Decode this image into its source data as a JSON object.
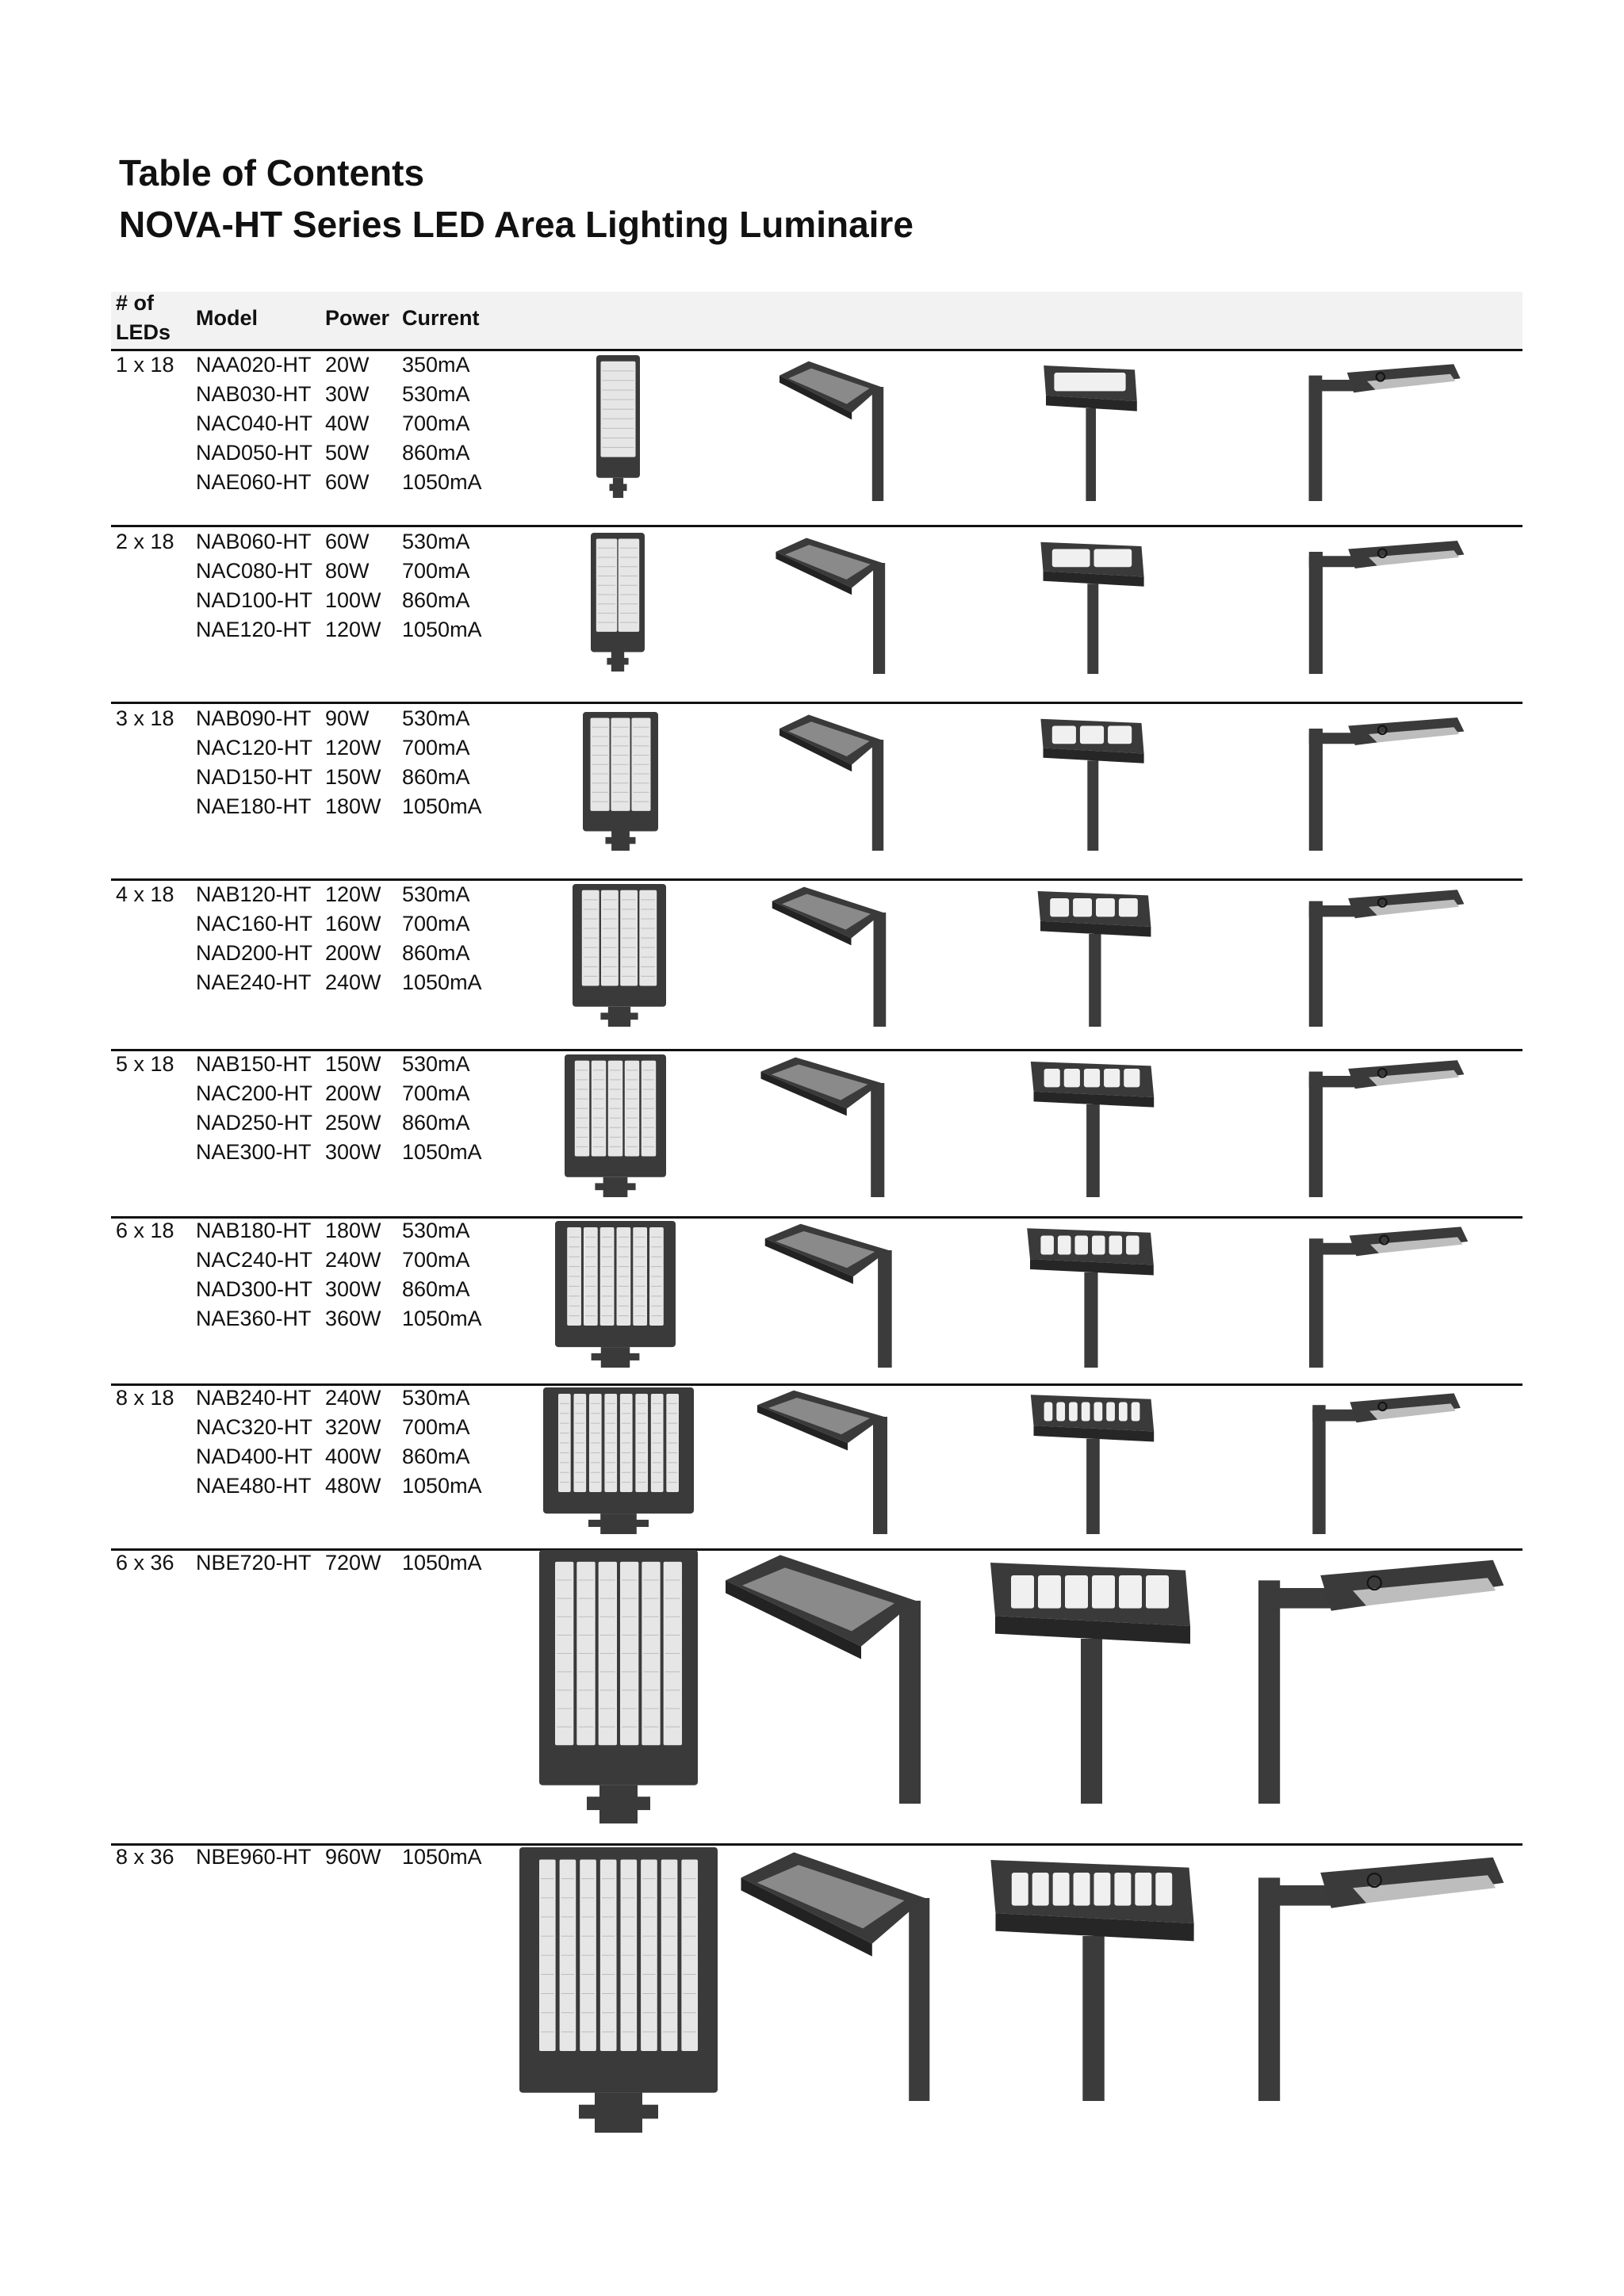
{
  "title_line1": "Table of Contents",
  "title_line2": "NOVA-HT Series LED Area Lighting Luminaire",
  "table": {
    "headers": {
      "leds_line1": "# of",
      "leds_line2": "LEDs",
      "model": "Model",
      "power": "Power",
      "current": "Current"
    },
    "groups": [
      {
        "leds": "1 x 18",
        "rows": [
          {
            "model": "NAA020-HT",
            "power": "20W",
            "current": "350mA"
          },
          {
            "model": "NAB030-HT",
            "power": "30W",
            "current": "530mA"
          },
          {
            "model": "NAC040-HT",
            "power": "40W",
            "current": "700mA"
          },
          {
            "model": "NAD050-HT",
            "power": "50W",
            "current": "860mA"
          },
          {
            "model": "NAE060-HT",
            "power": "60W",
            "current": "1050mA"
          }
        ]
      },
      {
        "leds": "2 x 18",
        "rows": [
          {
            "model": "NAB060-HT",
            "power": "60W",
            "current": "530mA"
          },
          {
            "model": "NAC080-HT",
            "power": "80W",
            "current": "700mA"
          },
          {
            "model": "NAD100-HT",
            "power": "100W",
            "current": "860mA"
          },
          {
            "model": "NAE120-HT",
            "power": "120W",
            "current": "1050mA"
          }
        ]
      },
      {
        "leds": "3 x 18",
        "rows": [
          {
            "model": "NAB090-HT",
            "power": "90W",
            "current": "530mA"
          },
          {
            "model": "NAC120-HT",
            "power": "120W",
            "current": "700mA"
          },
          {
            "model": "NAD150-HT",
            "power": "150W",
            "current": "860mA"
          },
          {
            "model": "NAE180-HT",
            "power": "180W",
            "current": "1050mA"
          }
        ]
      },
      {
        "leds": "4 x 18",
        "rows": [
          {
            "model": "NAB120-HT",
            "power": "120W",
            "current": "530mA"
          },
          {
            "model": "NAC160-HT",
            "power": "160W",
            "current": "700mA"
          },
          {
            "model": "NAD200-HT",
            "power": "200W",
            "current": "860mA"
          },
          {
            "model": "NAE240-HT",
            "power": "240W",
            "current": "1050mA"
          }
        ]
      },
      {
        "leds": "5 x 18",
        "rows": [
          {
            "model": "NAB150-HT",
            "power": "150W",
            "current": "530mA"
          },
          {
            "model": "NAC200-HT",
            "power": "200W",
            "current": "700mA"
          },
          {
            "model": "NAD250-HT",
            "power": "250W",
            "current": "860mA"
          },
          {
            "model": "NAE300-HT",
            "power": "300W",
            "current": "1050mA"
          }
        ]
      },
      {
        "leds": "6 x 18",
        "rows": [
          {
            "model": "NAB180-HT",
            "power": "180W",
            "current": "530mA"
          },
          {
            "model": "NAC240-HT",
            "power": "240W",
            "current": "700mA"
          },
          {
            "model": "NAD300-HT",
            "power": "300W",
            "current": "860mA"
          },
          {
            "model": "NAE360-HT",
            "power": "360W",
            "current": "1050mA"
          }
        ]
      },
      {
        "leds": "8 x 18",
        "rows": [
          {
            "model": "NAB240-HT",
            "power": "240W",
            "current": "530mA"
          },
          {
            "model": "NAC320-HT",
            "power": "320W",
            "current": "700mA"
          },
          {
            "model": "NAD400-HT",
            "power": "400W",
            "current": "860mA"
          },
          {
            "model": "NAE480-HT",
            "power": "480W",
            "current": "1050mA"
          }
        ]
      },
      {
        "leds": "6 x 36",
        "rows": [
          {
            "model": "NBE720-HT",
            "power": "720W",
            "current": "1050mA"
          }
        ]
      },
      {
        "leds": "8 x 36",
        "rows": [
          {
            "model": "NBE960-HT",
            "power": "960W",
            "current": "1050mA"
          }
        ]
      }
    ]
  },
  "colors": {
    "fixture_body": "#3a3a3a",
    "led_panel": "#e6e6e6",
    "pole": "#3b3b3b",
    "header_bg": "#f2f2f2"
  }
}
